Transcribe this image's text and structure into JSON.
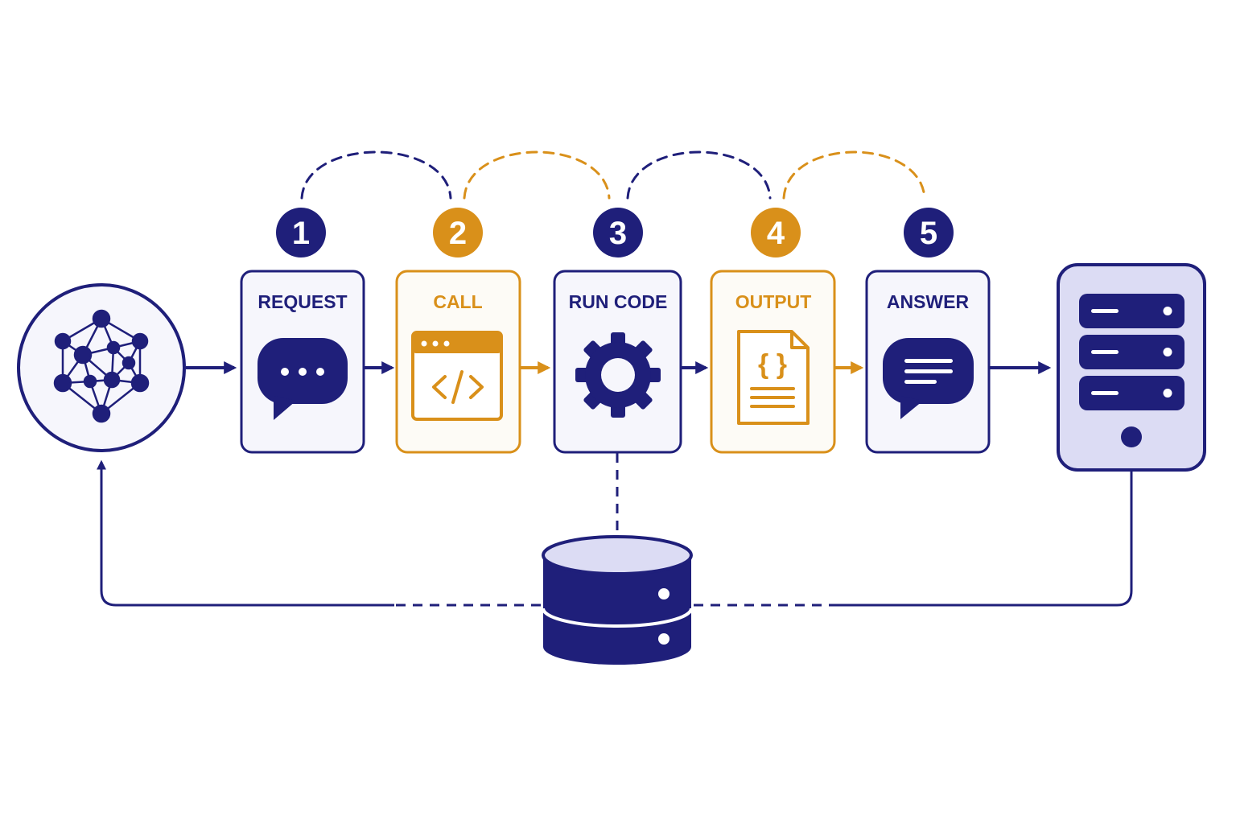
{
  "colors": {
    "navy": "#1f1f7a",
    "gold": "#d9901a",
    "navy_fill": "#f6f6fc",
    "gold_fill": "#fdfbf6",
    "lavender": "#dcdcf4"
  },
  "steps": [
    {
      "number": "1",
      "label": "REQUEST",
      "icon": "speech-bubble-dots-icon",
      "color": "navy"
    },
    {
      "number": "2",
      "label": "CALL",
      "icon": "code-window-icon",
      "color": "gold"
    },
    {
      "number": "3",
      "label": "RUN CODE",
      "icon": "gear-icon",
      "color": "navy"
    },
    {
      "number": "4",
      "label": "OUTPUT",
      "icon": "json-document-icon",
      "color": "gold"
    },
    {
      "number": "5",
      "label": "ANSWER",
      "icon": "speech-bubble-lines-icon",
      "color": "navy"
    }
  ],
  "nodes": {
    "model": {
      "icon": "neural-network-icon"
    },
    "server": {
      "icon": "server-rack-icon"
    },
    "database": {
      "icon": "database-icon"
    }
  }
}
